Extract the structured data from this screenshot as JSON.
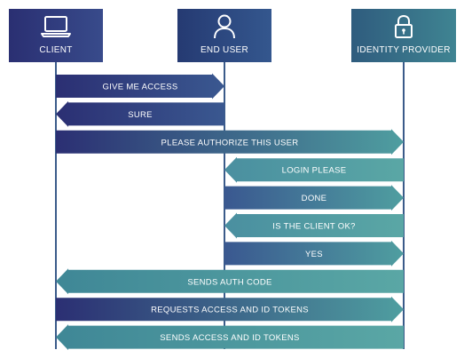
{
  "actors": [
    {
      "id": "client",
      "label": "CLIENT",
      "icon": "laptop-icon"
    },
    {
      "id": "end_user",
      "label": "END USER",
      "icon": "user-icon"
    },
    {
      "id": "identity_provider",
      "label": "IDENTITY PROVIDER",
      "icon": "lock-icon"
    }
  ],
  "messages": [
    {
      "label": "GIVE ME ACCESS",
      "from": "client",
      "to": "end_user"
    },
    {
      "label": "SURE",
      "from": "end_user",
      "to": "client"
    },
    {
      "label": "PLEASE AUTHORIZE THIS USER",
      "from": "client",
      "to": "identity_provider"
    },
    {
      "label": "LOGIN PLEASE",
      "from": "identity_provider",
      "to": "end_user"
    },
    {
      "label": "DONE",
      "from": "end_user",
      "to": "identity_provider"
    },
    {
      "label": "IS THE CLIENT OK?",
      "from": "identity_provider",
      "to": "end_user"
    },
    {
      "label": "YES",
      "from": "end_user",
      "to": "identity_provider"
    },
    {
      "label": "SENDS AUTH CODE",
      "from": "identity_provider",
      "to": "client"
    },
    {
      "label": "REQUESTS ACCESS AND ID TOKENS",
      "from": "client",
      "to": "identity_provider"
    },
    {
      "label": "SENDS ACCESS AND ID TOKENS",
      "from": "identity_provider",
      "to": "client"
    }
  ],
  "colors": {
    "navy": "#2b2f73",
    "mid_blue": "#3a5890",
    "teal": "#4f9ea0",
    "lifeline": "#3b5b8a"
  }
}
